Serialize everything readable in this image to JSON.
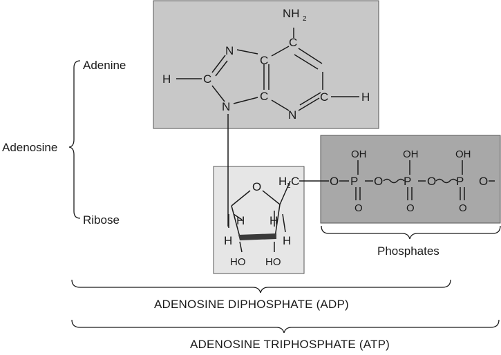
{
  "labels": {
    "adenine": "Adenine",
    "adenosine": "Adenosine",
    "ribose": "Ribose",
    "phosphates": "Phosphates",
    "adp": "ADENOSINE DIPHOSPHATE (ADP)",
    "atp": "ADENOSINE TRIPHOSPHATE (ATP)"
  },
  "adenine_atoms": {
    "nh2": "NH",
    "nh2_sub": "2",
    "n_top": "N",
    "c_top": "C",
    "c_mid_left": "C",
    "c_mid_right": "C",
    "c_fused_top": "C",
    "c_fused_bottom": "C",
    "n_bottom": "N",
    "n9": "N",
    "h_left": "H",
    "h_right": "H"
  },
  "ribose_atoms": {
    "o_ring": "O",
    "h2c": "H",
    "h2c_sub": "2",
    "h2c_c": "C",
    "h1": "H",
    "h2": "H",
    "h3": "H",
    "h4": "H",
    "ho1": "HO",
    "ho2": "HO"
  },
  "phosphate_atoms": {
    "o_link": "O",
    "p1": "P",
    "o1": "O",
    "p2": "P",
    "o2": "O",
    "p3": "P",
    "o_end": "O",
    "oh1": "OH",
    "oh2": "OH",
    "oh3": "OH",
    "dbl_o1": "O",
    "dbl_o2": "O",
    "dbl_o3": "O"
  },
  "colors": {
    "adenine_box": "#c8c8c8",
    "ribose_box": "#e6e6e6",
    "phosphate_box": "#a8a8a8"
  }
}
